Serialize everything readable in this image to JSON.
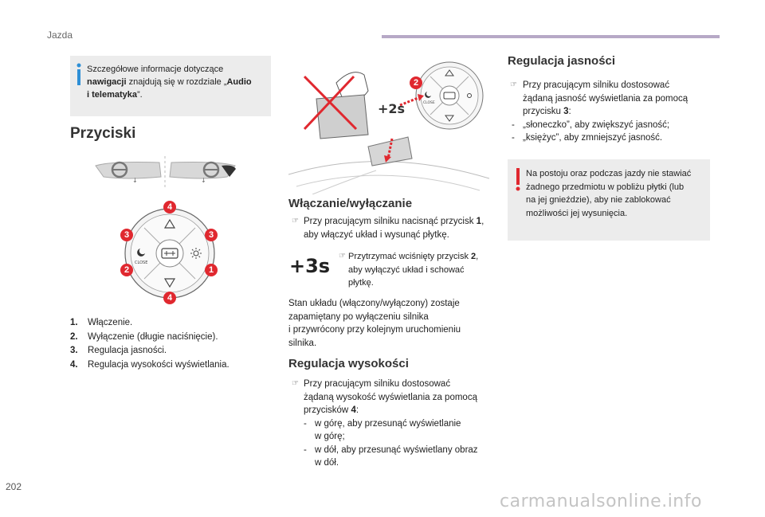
{
  "header": {
    "section": "Jazda",
    "accent_color": "#b7a9c6"
  },
  "page_number": "202",
  "colors": {
    "badge_red": "#e0282f",
    "info_blue": "#2e8fd6",
    "warn_red": "#e0282f",
    "box_gray": "#ececec"
  },
  "info_box": {
    "t1": "Szczegółowe informacje dotyczące",
    "bold1": "nawigacji",
    "t2": " znajdują się w rozdziale „",
    "bold2a": "Audio",
    "bold2b": "i telematyka",
    "t3": "”."
  },
  "buttons_section": {
    "title": "Przyciski",
    "keypad": {
      "badges": [
        "4",
        "3",
        "3",
        "2",
        "1",
        "4"
      ],
      "close_label": "CLOSE"
    },
    "items": [
      {
        "num": "1.",
        "text": "Włączenie."
      },
      {
        "num": "2.",
        "text": "Wyłączenie (długie naciśnięcie)."
      },
      {
        "num": "3.",
        "text": "Regulacja jasności."
      },
      {
        "num": "4.",
        "text": "Regulacja wysokości wyświetlania."
      }
    ]
  },
  "figure_top": {
    "label_2s": "+2s",
    "badge": "2",
    "close_label": "CLOSE"
  },
  "onoff_section": {
    "title": "Włączanie/wyłączanie",
    "p1a": "Przy pracującym silniku nacisnąć przycisk ",
    "p1b": "1",
    "p1c": ",",
    "p1d": "aby włączyć układ i wysunąć płytkę.",
    "label_3s": "+3s",
    "p2a": "Przytrzymać wciśnięty przycisk ",
    "p2b": "2",
    "p2c": ",",
    "p2d": "aby wyłączyć układ i schować",
    "p2e": "płytkę.",
    "p3": [
      "Stan układu (włączony/wyłączony) zostaje",
      "zapamiętany po wyłączeniu silnika",
      "i przywrócony przy kolejnym uruchomieniu",
      "silnika."
    ]
  },
  "height_section": {
    "title": "Regulacja wysokości",
    "p1": "Przy pracującym silniku dostosować",
    "p2": "żądaną wysokość wyświetlania za pomocą",
    "p3a": "przycisków ",
    "p3b": "4",
    "p3c": ":",
    "d1a": "w górę, aby przesunąć wyświetlanie",
    "d1b": "w górę;",
    "d2a": "w dół, aby przesunąć wyświetlany obraz",
    "d2b": "w dół."
  },
  "brightness_section": {
    "title": "Regulacja jasności",
    "p1": "Przy pracującym silniku dostosować",
    "p2": "żądaną jasność wyświetlania za pomocą",
    "p3a": "przycisku ",
    "p3b": "3",
    "p3c": ":",
    "d1": "„słoneczko”, aby zwiększyć jasność;",
    "d2": "„księżyc”, aby zmniejszyć jasność."
  },
  "warning_box": {
    "lines": [
      "Na postoju oraz podczas jazdy nie stawiać",
      "żadnego przedmiotu w pobliżu płytki (lub",
      "na jej gnieździe), aby nie zablokować",
      "możliwości jej wysunięcia."
    ]
  },
  "watermark": "carmanualsonline.info"
}
